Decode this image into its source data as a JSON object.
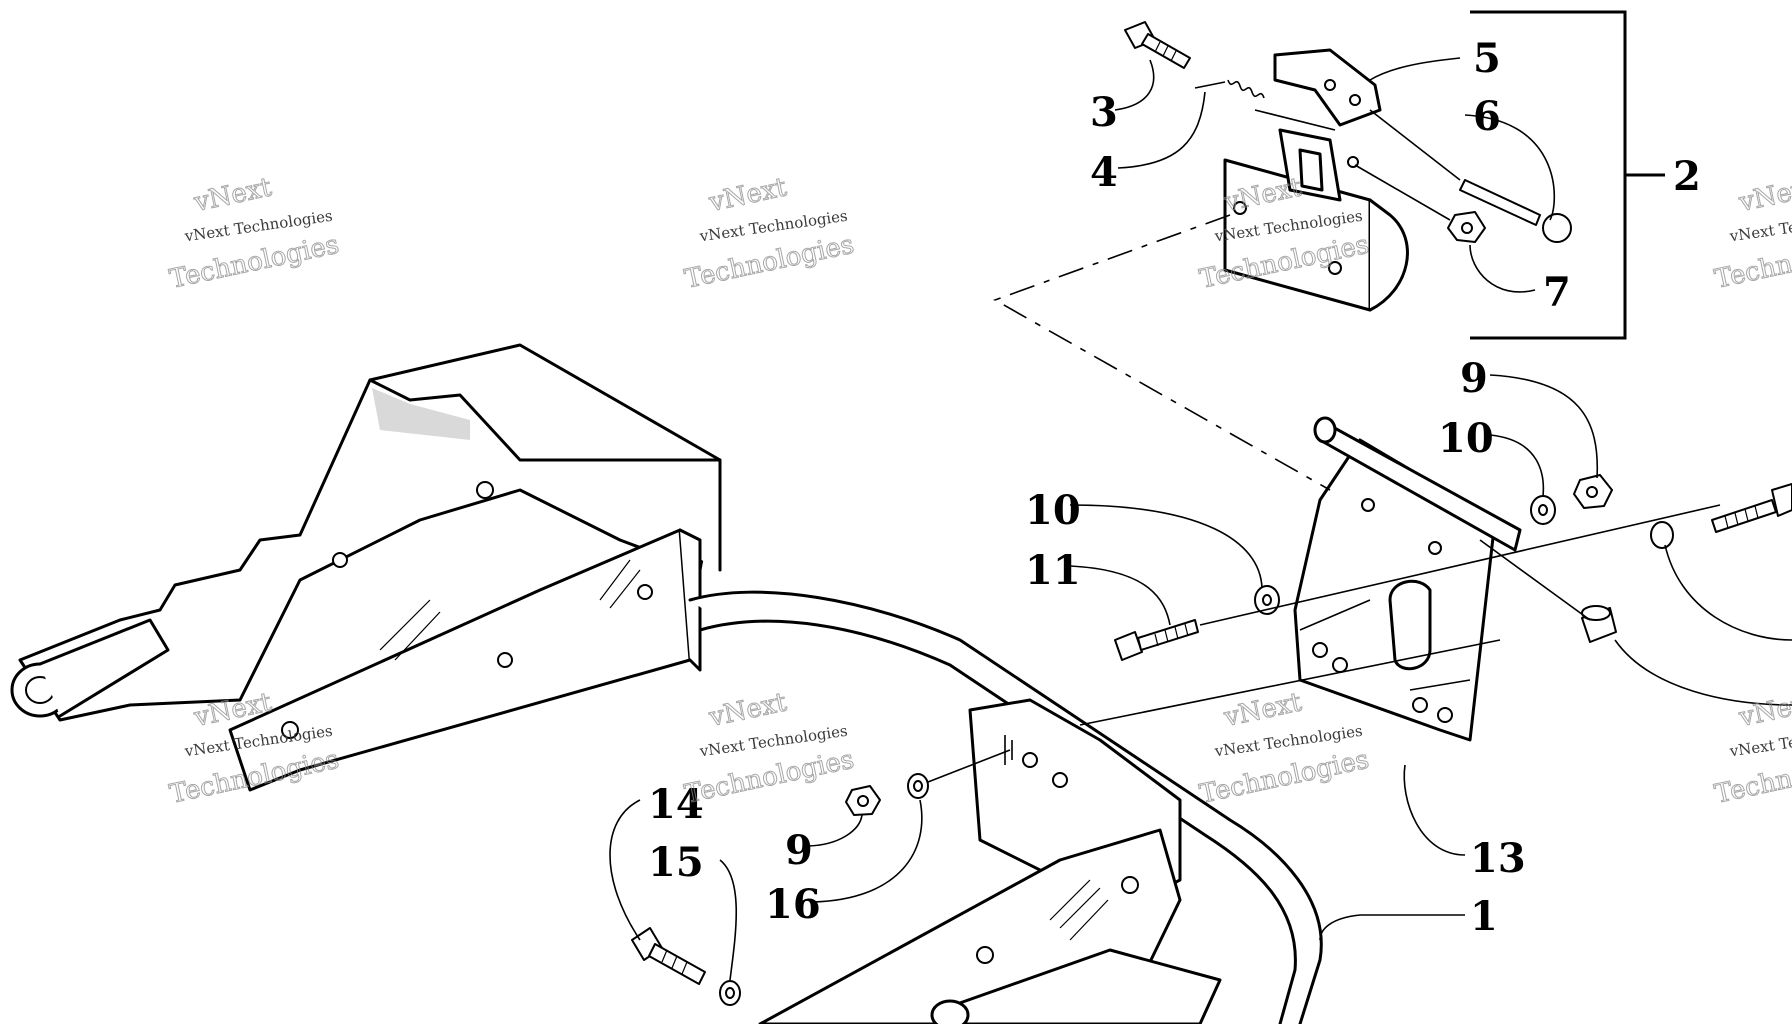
{
  "watermark": {
    "line_small": "vNext Technologies",
    "line_big": "Technologies",
    "line_top": "vNext"
  },
  "callouts": {
    "c1": "1",
    "c2": "2",
    "c3": "3",
    "c4": "4",
    "c5": "5",
    "c6": "6",
    "c7": "7",
    "c9a": "9",
    "c10a": "10",
    "c10b": "10",
    "c11": "11",
    "c13": "13",
    "c14": "14",
    "c15": "15",
    "c9b": "9",
    "c16": "16"
  }
}
